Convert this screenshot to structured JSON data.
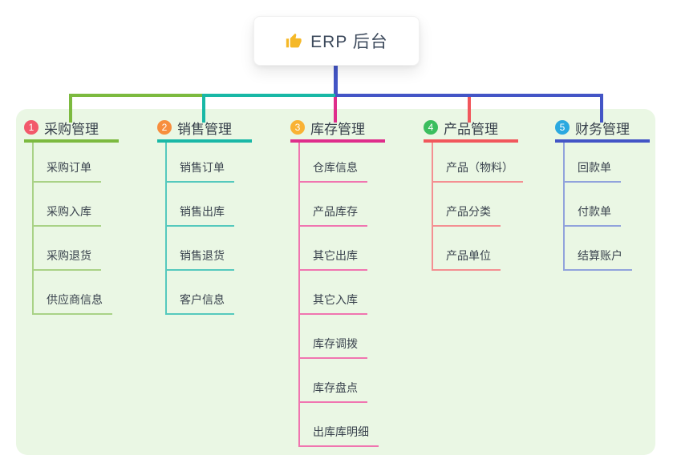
{
  "root": {
    "icon": "thumbs-up-icon",
    "label": "ERP 后台"
  },
  "panel": {
    "bg": "#EAF7E4"
  },
  "connector": {
    "root_color": "#4355C6"
  },
  "branches": [
    {
      "num": "1",
      "label": "采购管理",
      "accent": "#7CBA3F",
      "light": "#A9D286",
      "badge": "#F2596B",
      "children": [
        "采购订单",
        "采购入库",
        "采购退货",
        "供应商信息"
      ]
    },
    {
      "num": "2",
      "label": "销售管理",
      "accent": "#19B8A6",
      "light": "#55C9BD",
      "badge": "#F78E3D",
      "children": [
        "销售订单",
        "销售出库",
        "销售退货",
        "客户信息"
      ]
    },
    {
      "num": "3",
      "label": "库存管理",
      "accent": "#DF2D8B",
      "light": "#F075B0",
      "badge": "#F9B234",
      "children": [
        "仓库信息",
        "产品库存",
        "其它出库",
        "其它入库",
        "库存调拨",
        "库存盘点",
        "出库库明细"
      ]
    },
    {
      "num": "4",
      "label": "产品管理",
      "accent": "#F1575C",
      "light": "#F48F92",
      "badge": "#3BBE5E",
      "children": [
        "产品（物料）",
        "产品分类",
        "产品单位"
      ]
    },
    {
      "num": "5",
      "label": "财务管理",
      "accent": "#4355C6",
      "light": "#91A3DC",
      "badge": "#2BA9E0",
      "children": [
        "回款单",
        "付款单",
        "结算账户"
      ]
    }
  ]
}
